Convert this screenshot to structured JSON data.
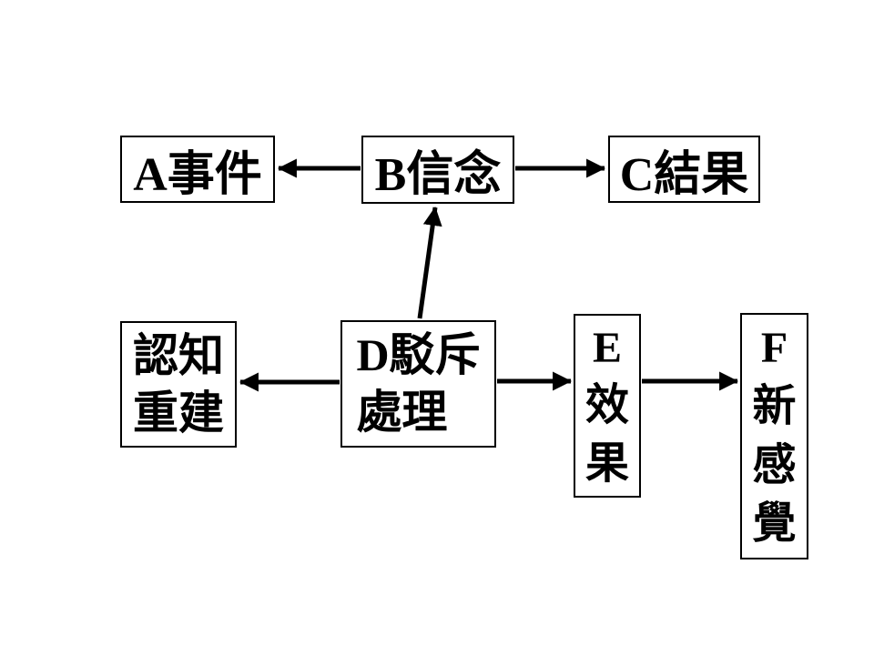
{
  "diagram": {
    "title": "ABC cognitive model flowchart",
    "background_color": "#ffffff",
    "line_color": "#000000",
    "box_border_color": "#000000",
    "text_color": "#000000",
    "nodes": {
      "a": {
        "label": "A事件"
      },
      "b": {
        "label": "B信念"
      },
      "c": {
        "label": "C結果"
      },
      "cog": {
        "label": "認知\n重建"
      },
      "d": {
        "label": "D駁斥\n處理"
      },
      "e": {
        "label": "E\n效\n果"
      },
      "f": {
        "label": "F\n新\n感\n覺"
      }
    },
    "edges": [
      {
        "from": "B信念",
        "to": "A事件"
      },
      {
        "from": "B信念",
        "to": "C結果"
      },
      {
        "from": "D駁斥處理",
        "to": "B信念"
      },
      {
        "from": "D駁斥處理",
        "to": "認知重建"
      },
      {
        "from": "D駁斥處理",
        "to": "E效果"
      },
      {
        "from": "E效果",
        "to": "F新感覺"
      }
    ]
  }
}
